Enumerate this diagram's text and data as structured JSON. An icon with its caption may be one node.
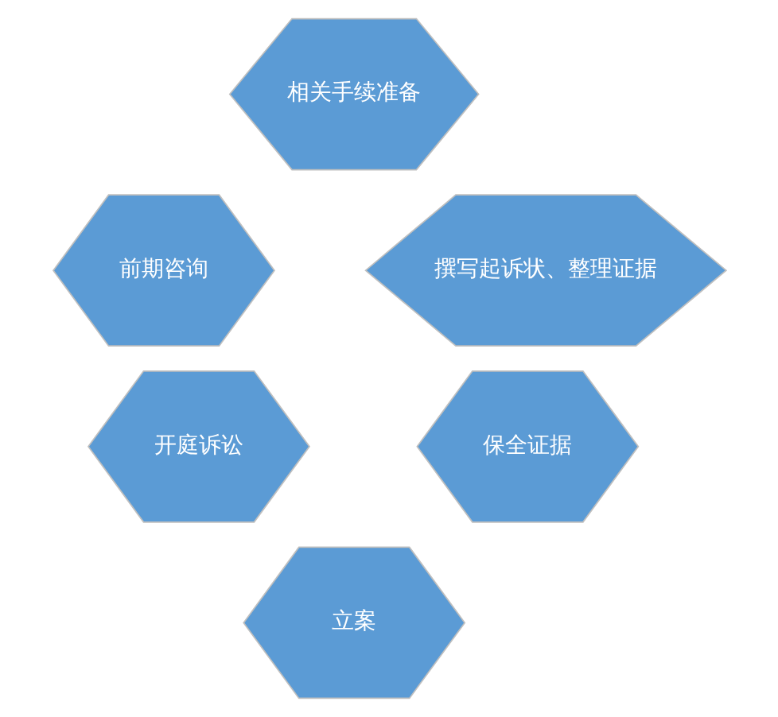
{
  "diagram": {
    "nodes": [
      {
        "text": [
          "相关手续准备"
        ]
      },
      {
        "text": [
          "前期咨询"
        ]
      },
      {
        "text": [
          "撰写起诉状、整理证据"
        ]
      },
      {
        "text": [
          "开庭诉讼"
        ]
      },
      {
        "text": [
          "保全证据"
        ]
      },
      {
        "text": [
          "立案"
        ]
      }
    ]
  }
}
